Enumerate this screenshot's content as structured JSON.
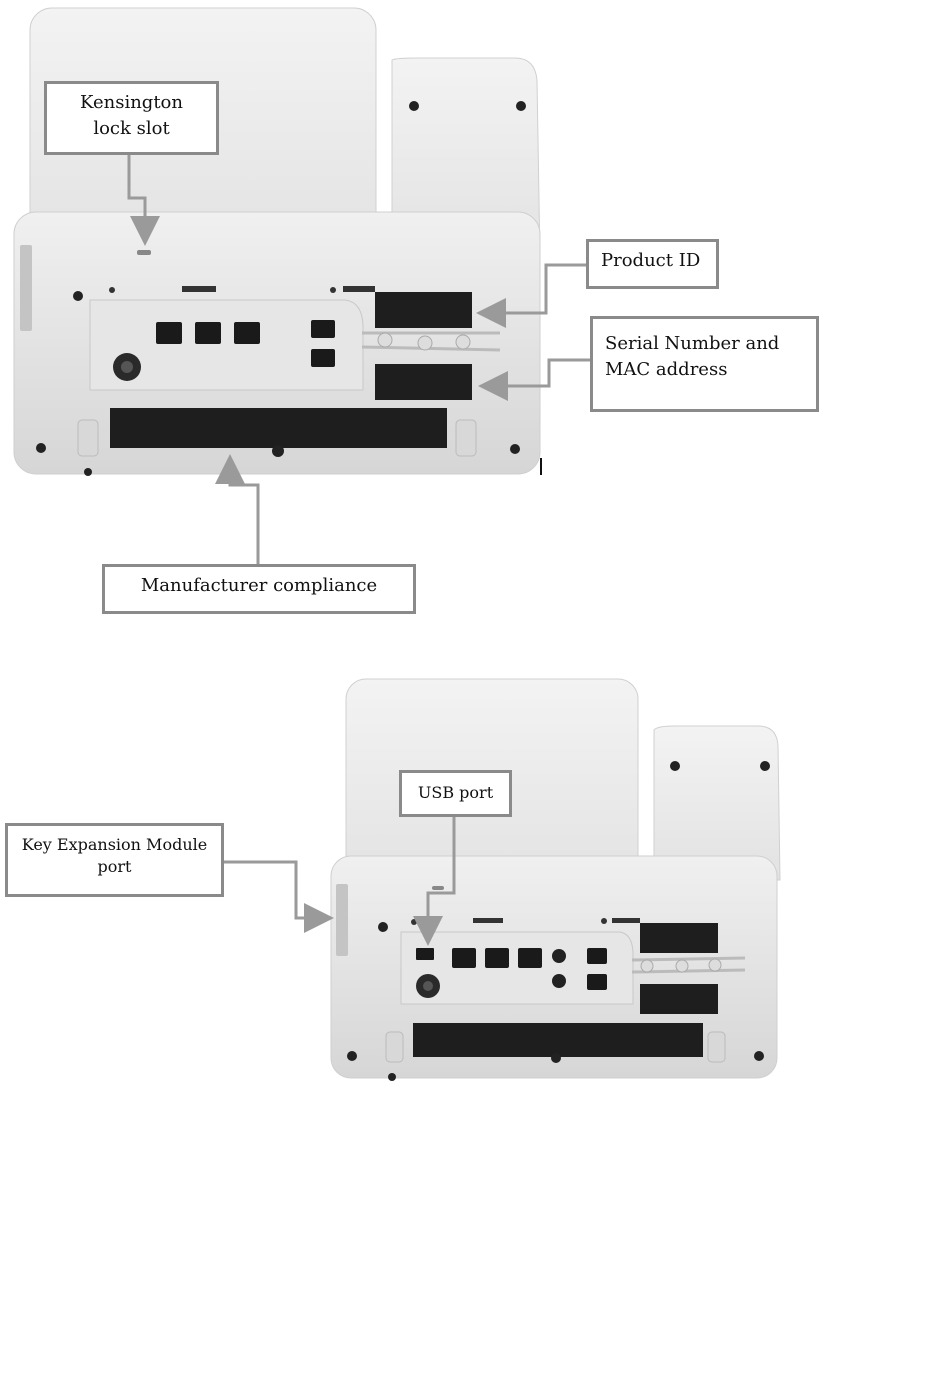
{
  "diagram_1": {
    "callouts": {
      "kensington": "Kensington\nlock slot",
      "product_id": "Product ID",
      "serial_mac": "Serial Number and\nMAC address",
      "compliance": "Manufacturer compliance"
    }
  },
  "diagram_2": {
    "callouts": {
      "usb": "USB port",
      "kem": "Key Expansion Module\nport"
    }
  },
  "colors": {
    "phone_body": "#ececec",
    "phone_shade": "#d9d9d9",
    "leader_line": "#9a9a9a",
    "label_plate": "#1e1e1e"
  }
}
